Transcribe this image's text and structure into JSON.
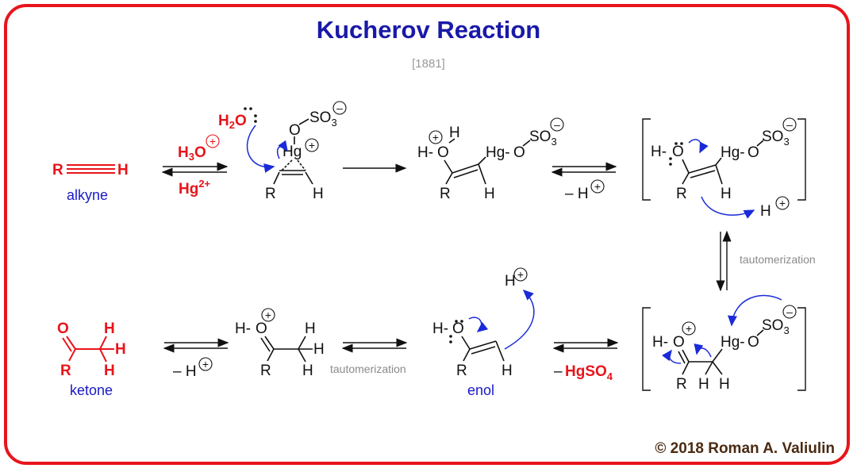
{
  "title": "Kucherov Reaction",
  "year": "[1881]",
  "copyright": "© 2018 Roman A. Valiulin",
  "labels": {
    "alkyne": "alkyne",
    "ketone": "ketone",
    "enol": "enol",
    "tautomerization": "tautomerization"
  },
  "atoms": {
    "R": "R",
    "H": "H",
    "O": "O",
    "Hg": "Hg",
    "Hg_dash": "Hg-",
    "S": "S",
    "SO": "SO",
    "three": "3",
    "two": "2",
    "H_dash": "H-",
    "minus_H": "– H",
    "minus": "–"
  },
  "reagents": {
    "h3o": "H",
    "h3o_sub": "3",
    "h3o_o": "O",
    "hg": "Hg",
    "hg_sup": "2+",
    "hgso4": "HgSO",
    "hgso4_sub": "4",
    "h2o": "H",
    "h2o_sub": "2",
    "h2o_o": "O"
  },
  "colors": {
    "frame": "#e8141b",
    "title": "#1919a8",
    "arrows_curly": "#1a2ad8",
    "reagent": "#e8141b"
  }
}
